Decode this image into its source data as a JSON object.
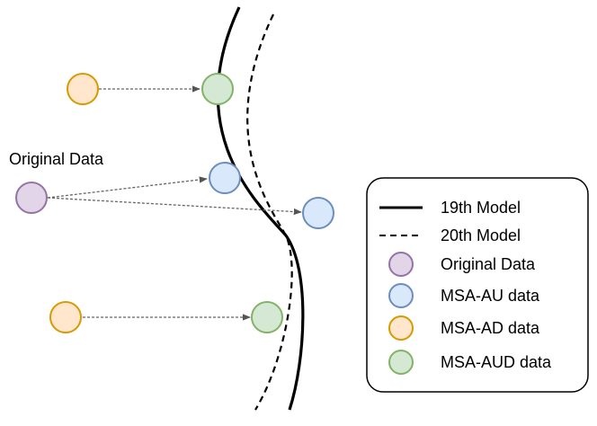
{
  "labels": {
    "original_data": "Original Data"
  },
  "legend": {
    "items": [
      {
        "label": "19th Model",
        "kind": "line-solid"
      },
      {
        "label": "20th Model",
        "kind": "line-dashed"
      },
      {
        "label": "Original Data",
        "kind": "circle",
        "fill": "#e1d5e7",
        "stroke": "#9673a6"
      },
      {
        "label": "MSA-AU data",
        "kind": "circle",
        "fill": "#dae8fc",
        "stroke": "#6c8ebf"
      },
      {
        "label": "MSA-AD data",
        "kind": "circle",
        "fill": "#ffe6cc",
        "stroke": "#d79b00"
      },
      {
        "label": "MSA-AUD data",
        "kind": "circle",
        "fill": "#d5e8d4",
        "stroke": "#82b366"
      }
    ]
  },
  "colors": {
    "original": {
      "fill": "#e1d5e7",
      "stroke": "#9673a6"
    },
    "au": {
      "fill": "#dae8fc",
      "stroke": "#6c8ebf"
    },
    "ad": {
      "fill": "#ffe6cc",
      "stroke": "#d79b00"
    },
    "aud": {
      "fill": "#d5e8d4",
      "stroke": "#82b366"
    },
    "arrow": "#666666",
    "boundary": "#000000"
  }
}
